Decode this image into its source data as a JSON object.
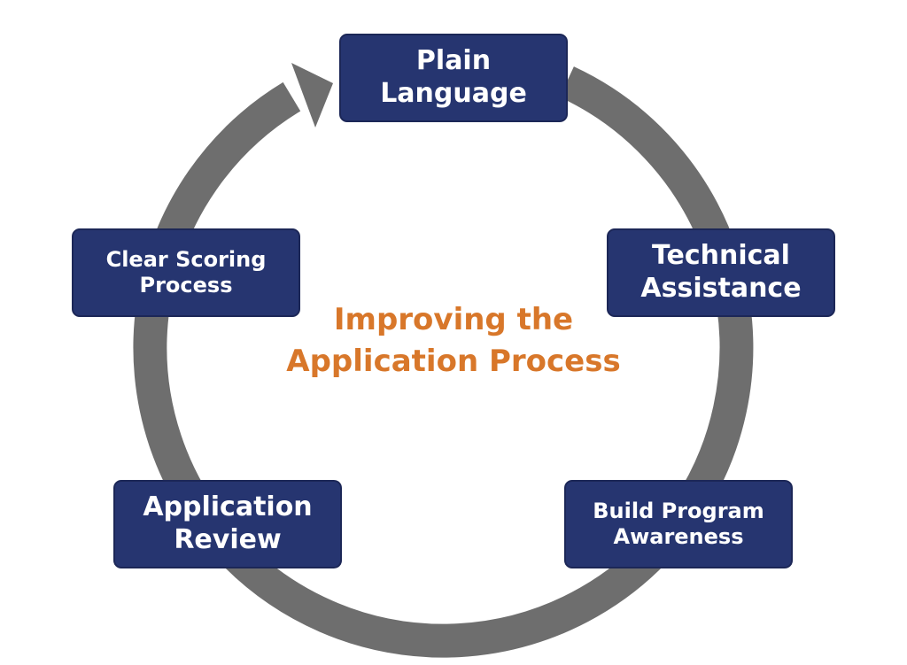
{
  "diagram": {
    "center_title": {
      "line1": "Improving the",
      "line2": "Application Process"
    },
    "steps": [
      {
        "line1": "Plain",
        "line2": "Language"
      },
      {
        "line1": "Technical",
        "line2": "Assistance"
      },
      {
        "line1": "Build Program",
        "line2": "Awareness"
      },
      {
        "line1": "Application",
        "line2": "Review"
      },
      {
        "line1": "Clear Scoring",
        "line2": "Process"
      }
    ],
    "colors": {
      "box_fill": "#263570",
      "box_text": "#ffffff",
      "center_text": "#d8772a",
      "ring": "#6e6e6e"
    }
  }
}
